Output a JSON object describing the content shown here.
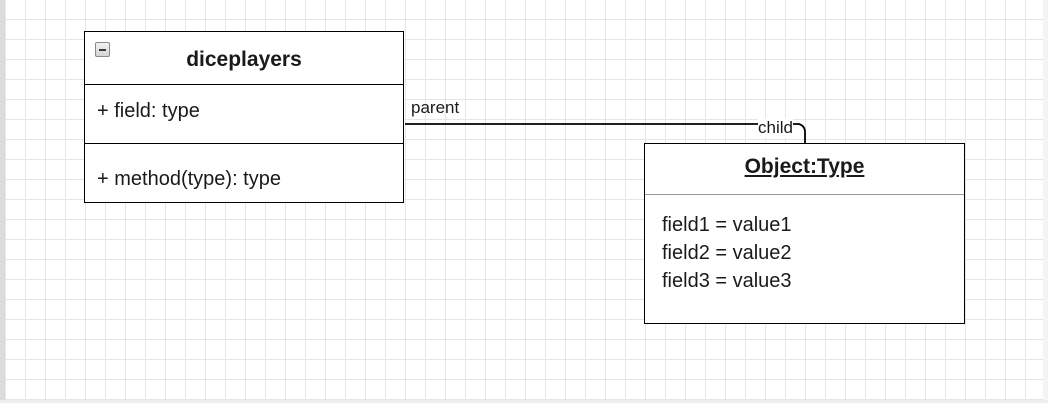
{
  "class_box": {
    "title": "diceplayers",
    "attribute": "+ field: type",
    "method": "+ method(type): type"
  },
  "object_box": {
    "title": "Object:Type",
    "fields": [
      "field1 = value1",
      "field2 = value2",
      "field3 = value3"
    ]
  },
  "connector": {
    "source_label": "parent",
    "target_label": "child"
  },
  "colors": {
    "line": "#000000",
    "grid": "#e6e6e6",
    "background": "#ffffff"
  },
  "icons": {
    "collapse": "minus-square-icon"
  }
}
